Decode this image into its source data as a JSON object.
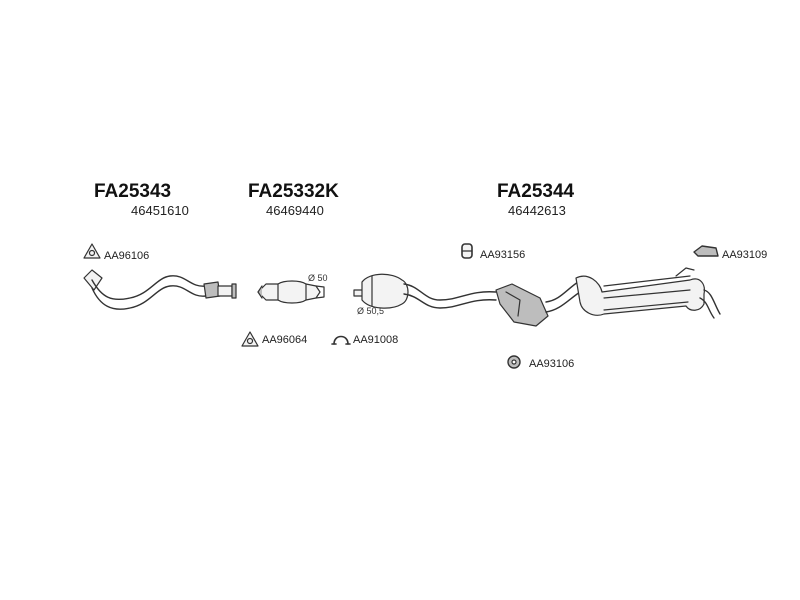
{
  "groups": [
    {
      "part_number": "FA25343",
      "oe_number": "46451610"
    },
    {
      "part_number": "FA25332K",
      "oe_number": "46469440"
    },
    {
      "part_number": "FA25344",
      "oe_number": "46442613"
    }
  ],
  "accessories": {
    "gasket_front": "AA96106",
    "gasket_cat": "AA96064",
    "clamp": "AA91008",
    "hanger_mid": "AA93156",
    "rubber_mount": "AA93106",
    "hanger_rear": "AA93109"
  },
  "dimensions": {
    "cat_outlet": "Ø 50",
    "mid_inlet": "Ø 50,5"
  },
  "colors": {
    "line": "#333333",
    "fill": "#f3f3f3",
    "shade": "#bdbdbd"
  }
}
